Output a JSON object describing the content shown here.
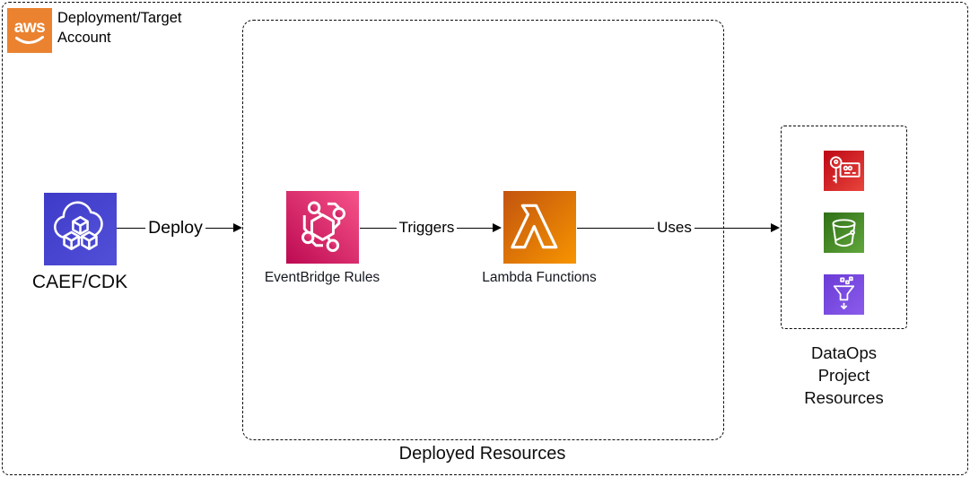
{
  "account": {
    "logo_text": "aws",
    "label": "Deployment/Target Account"
  },
  "groups": {
    "deployed": {
      "label": "Deployed Resources"
    },
    "dataops": {
      "label": "DataOps Project Resources"
    }
  },
  "nodes": {
    "cdk": {
      "label": "CAEF/CDK",
      "icon": "cdk-cloud-cubes-icon",
      "gradient": [
        "#3D3BC8",
        "#524FD8"
      ]
    },
    "eventbridge": {
      "label": "EventBridge Rules",
      "icon": "eventbridge-icon",
      "gradient": [
        "#BC0A52",
        "#F75389"
      ]
    },
    "lambda": {
      "label": "Lambda Functions",
      "icon": "lambda-icon",
      "gradient": [
        "#C2540F",
        "#F79400"
      ]
    }
  },
  "dataops_icons": [
    {
      "name": "secrets-manager-key-icon",
      "gradient": [
        "#BD0816",
        "#E8453C"
      ]
    },
    {
      "name": "s3-bucket-icon",
      "gradient": [
        "#2F7015",
        "#61A63C"
      ]
    },
    {
      "name": "data-firehose-funnel-icon",
      "gradient": [
        "#6B3BD6",
        "#8A5CEB"
      ]
    }
  ],
  "arrows": [
    {
      "label": "Deploy"
    },
    {
      "label": "Triggers"
    },
    {
      "label": "Uses"
    }
  ],
  "colors": {
    "aws_logo_orange": "#EA8230",
    "border": "#0A0A0A",
    "background": "#FFFFFF",
    "label_text": "#14181F"
  }
}
